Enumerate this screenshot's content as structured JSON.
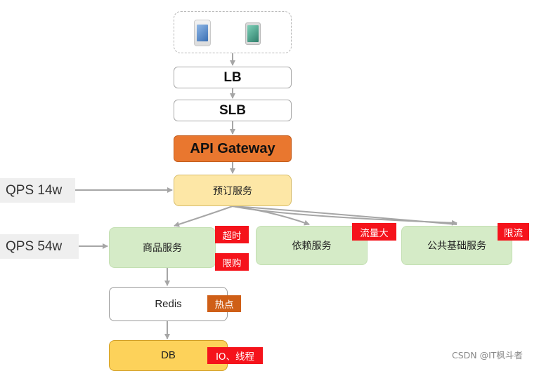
{
  "nodes": {
    "lb": "LB",
    "slb": "SLB",
    "api_gateway": "API Gateway",
    "booking_service": "预订服务",
    "goods_service": "商品服务",
    "dependency_service": "依赖服务",
    "base_service": "公共基础服务",
    "redis": "Redis",
    "db": "DB"
  },
  "tags": {
    "timeout": "超时",
    "limit_buy": "限购",
    "big_flow": "流量大",
    "rate_limit": "限流",
    "hotspot": "热点",
    "io_thread": "IO、线程"
  },
  "qps": {
    "booking": "QPS 14w",
    "goods": "QPS 54w"
  },
  "watermark": "CSDN @IT枫斗者",
  "colors": {
    "api_gateway": "#e9772f",
    "booking_service": "#fde7a6",
    "services": "#d5ebc7",
    "db": "#fdd25a",
    "tag_red": "#f5131b",
    "tag_brown": "#cf5f17",
    "arrow": "#a6a6a6"
  }
}
